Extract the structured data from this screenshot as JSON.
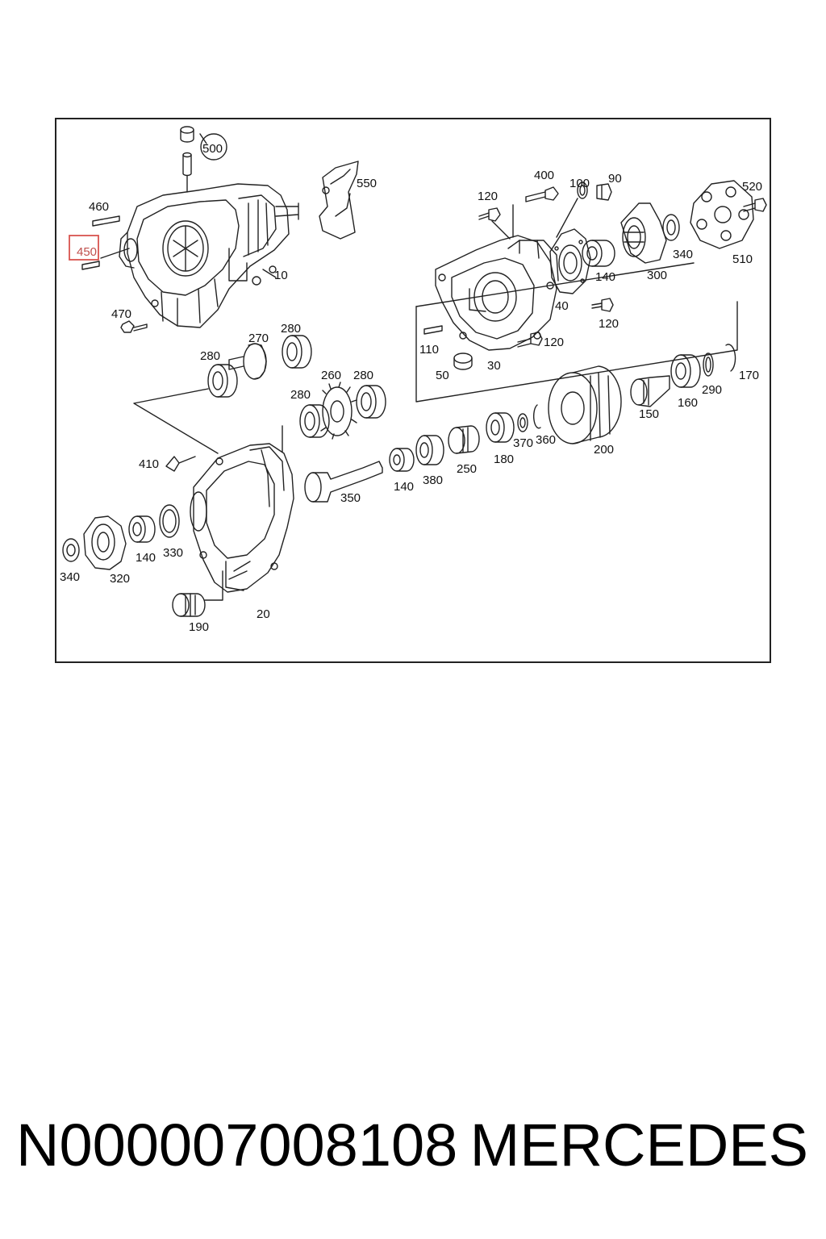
{
  "diagram": {
    "highlighted_callout": "450",
    "highlight_color": "#d9534f",
    "line_color": "#222222",
    "callouts": [
      {
        "id": "c500",
        "text": "500"
      },
      {
        "id": "c460",
        "text": "460"
      },
      {
        "id": "c450",
        "text": "450"
      },
      {
        "id": "c550",
        "text": "550"
      },
      {
        "id": "c10",
        "text": "10"
      },
      {
        "id": "c470",
        "text": "470"
      },
      {
        "id": "c400",
        "text": "400"
      },
      {
        "id": "c100",
        "text": "100"
      },
      {
        "id": "c90",
        "text": "90"
      },
      {
        "id": "c520",
        "text": "520"
      },
      {
        "id": "c120a",
        "text": "120"
      },
      {
        "id": "c340a",
        "text": "340"
      },
      {
        "id": "c510",
        "text": "510"
      },
      {
        "id": "c140a",
        "text": "140"
      },
      {
        "id": "c300",
        "text": "300"
      },
      {
        "id": "c40",
        "text": "40"
      },
      {
        "id": "c120b",
        "text": "120"
      },
      {
        "id": "c110",
        "text": "110"
      },
      {
        "id": "c120c",
        "text": "120"
      },
      {
        "id": "c50",
        "text": "50"
      },
      {
        "id": "c30",
        "text": "30"
      },
      {
        "id": "c270",
        "text": "270"
      },
      {
        "id": "c280a",
        "text": "280"
      },
      {
        "id": "c280b",
        "text": "280"
      },
      {
        "id": "c260",
        "text": "260"
      },
      {
        "id": "c280c",
        "text": "280"
      },
      {
        "id": "c280d",
        "text": "280"
      },
      {
        "id": "c170",
        "text": "170"
      },
      {
        "id": "c290",
        "text": "290"
      },
      {
        "id": "c160",
        "text": "160"
      },
      {
        "id": "c150",
        "text": "150"
      },
      {
        "id": "c360",
        "text": "360"
      },
      {
        "id": "c370",
        "text": "370"
      },
      {
        "id": "c200",
        "text": "200"
      },
      {
        "id": "c180",
        "text": "180"
      },
      {
        "id": "c250",
        "text": "250"
      },
      {
        "id": "c380",
        "text": "380"
      },
      {
        "id": "c140b",
        "text": "140"
      },
      {
        "id": "c350",
        "text": "350"
      },
      {
        "id": "c410",
        "text": "410"
      },
      {
        "id": "c140c",
        "text": "140"
      },
      {
        "id": "c330",
        "text": "330"
      },
      {
        "id": "c340b",
        "text": "340"
      },
      {
        "id": "c320",
        "text": "320"
      },
      {
        "id": "c190",
        "text": "190"
      },
      {
        "id": "c20",
        "text": "20"
      }
    ]
  },
  "caption": {
    "part_number": "N000007008108",
    "brand": "MERCEDES"
  }
}
